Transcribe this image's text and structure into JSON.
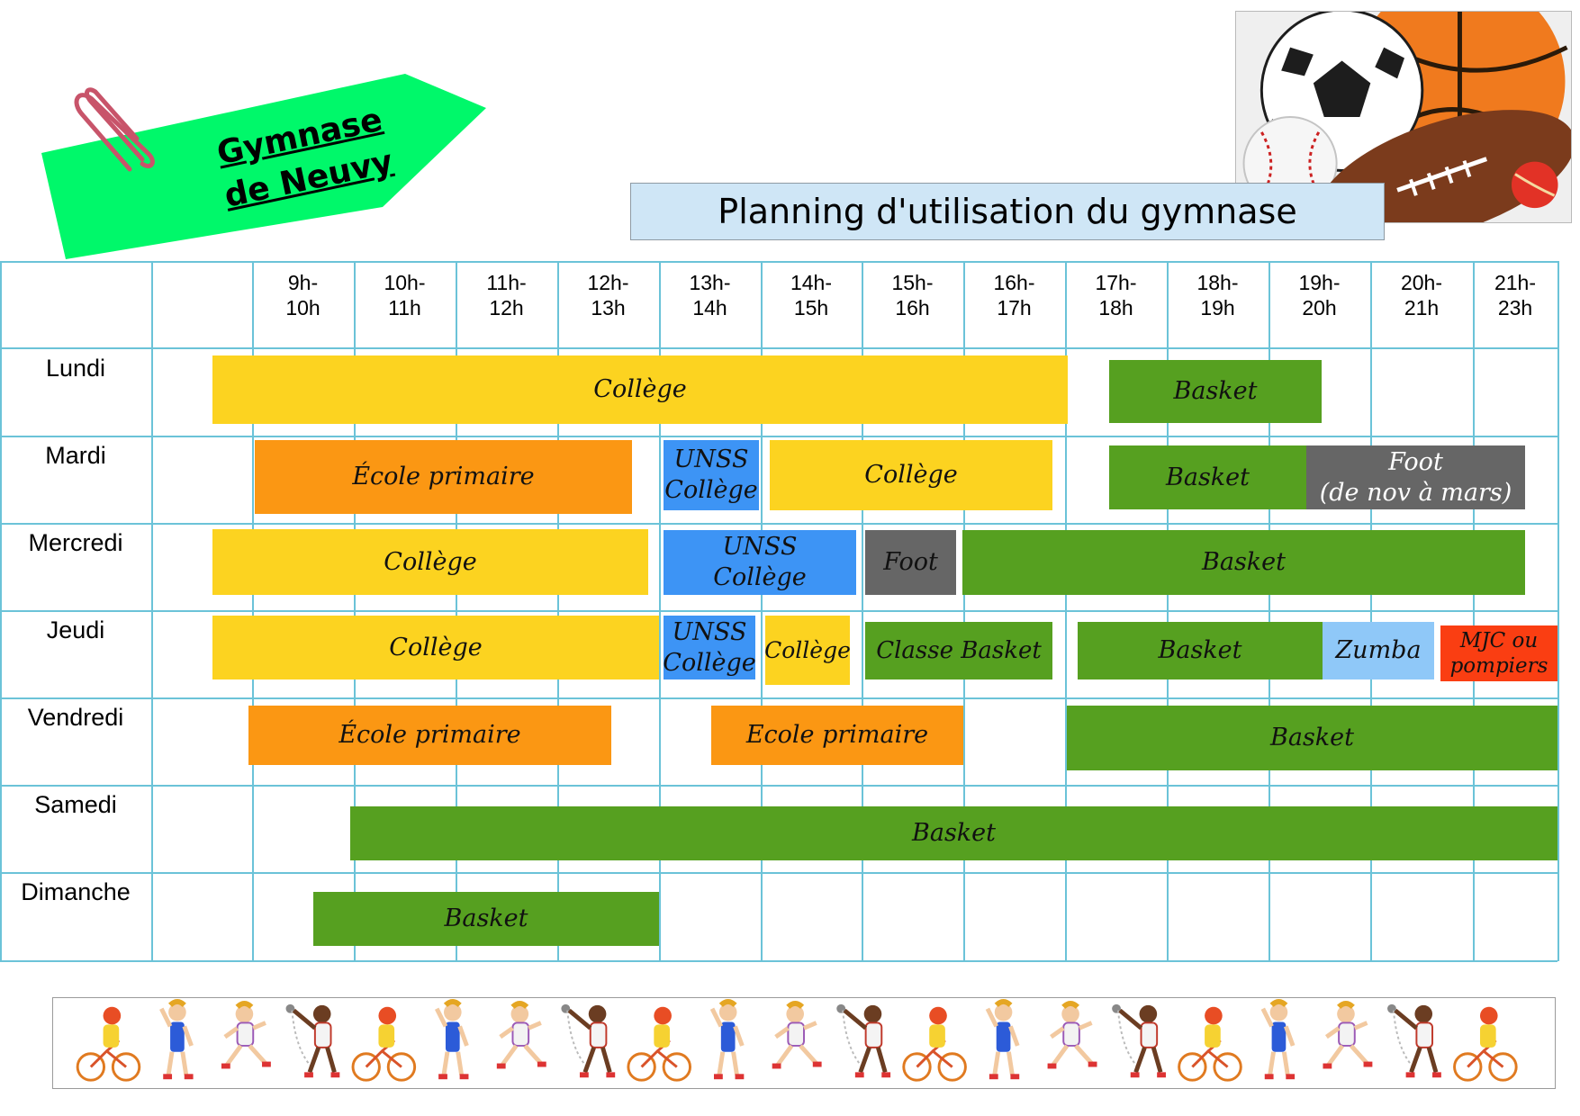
{
  "tag": {
    "line1": "Gymnase",
    "line2": "de Neuvy"
  },
  "title": "Planning d'utilisation du gymnase",
  "hours": [
    "9h-\n10h",
    "10h-\n11h",
    "11h-\n12h",
    "12h-\n13h",
    "13h-\n14h",
    "14h-\n15h",
    "15h-\n16h",
    "16h-\n17h",
    "17h-\n18h",
    "18h-\n19h",
    "19h-\n20h",
    "20h-\n21h",
    "21h-\n23h"
  ],
  "days": [
    "Lundi",
    "Mardi",
    "Mercredi",
    "Jeudi",
    "Vendredi",
    "Samedi",
    "Dimanche"
  ],
  "activities": {
    "lundi_college": "Collège",
    "lundi_basket": "Basket",
    "mardi_ecole": "École primaire",
    "mardi_unss": "UNSS\nCollège",
    "mardi_college": "Collège",
    "mardi_basket": "Basket",
    "mardi_foot": "Foot\n(de nov à mars)",
    "mercredi_college": "Collège",
    "mercredi_unss": "UNSS\nCollège",
    "mercredi_foot": "Foot",
    "mercredi_basket": "Basket",
    "jeudi_college": "Collège",
    "jeudi_unss": "UNSS\nCollège",
    "jeudi_college2": "Collège",
    "jeudi_classe_basket": "Classe Basket",
    "jeudi_basket": "Basket",
    "jeudi_zumba": "Zumba",
    "jeudi_mjc": "MJC ou\npompiers",
    "vendredi_ecole": "École primaire",
    "vendredi_ecole2": "Ecole primaire",
    "vendredi_basket": "Basket",
    "samedi_basket": "Basket",
    "dimanche_basket": "Basket"
  },
  "colors": {
    "college": "#fcd320",
    "ecole": "#fb9713",
    "basket": "#56a020",
    "unss": "#3d94f5",
    "zumba": "#8fc8f8",
    "foot": "#666666",
    "mjc": "#fa3e12",
    "tag": "#00f86a",
    "grid": "#6bc3d8"
  },
  "icons": {
    "paperclip": "paperclip-icon",
    "balls": "sports-balls-image",
    "kids": "kids-sports-strip"
  }
}
